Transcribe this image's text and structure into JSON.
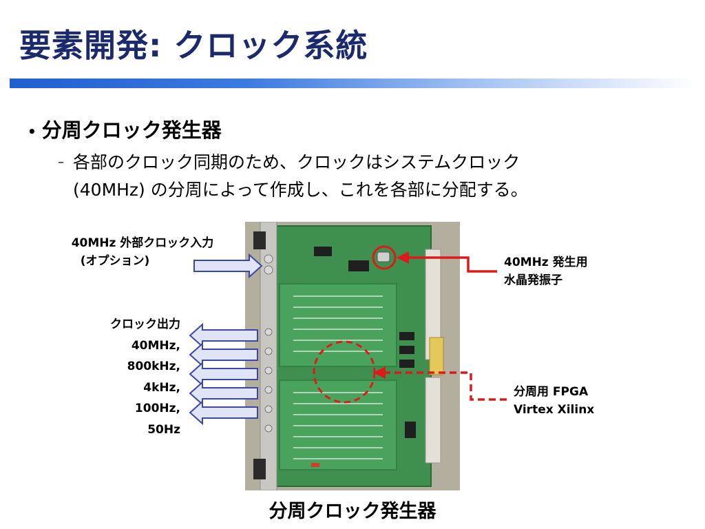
{
  "slide": {
    "title": "要素開発: クロック系統",
    "bullet": "分周クロック発生器",
    "sub_line1": "各部のクロック同期のため、クロックはシステムクロック",
    "sub_line2": "(40MHz) の分周によって作成し、これを各部に分配する。",
    "caption": "分周クロック発生器"
  },
  "labels": {
    "ext_input_line1": "40MHz 外部クロック入力",
    "ext_input_line2": "(オプション)",
    "clock_out": [
      "クロック出力",
      "40MHz,",
      "800kHz,",
      "4kHz,",
      "100Hz,",
      "50Hz"
    ],
    "crystal_line1": "40MHz 発生用",
    "crystal_line2": "水晶発振子",
    "fpga_line1": "分周用 FPGA",
    "fpga_line2": "Virtex Xilinx"
  },
  "colors": {
    "title": "#1a2a6c",
    "arrow_fill": "#dfe4f7",
    "arrow_stroke": "#3a46a8",
    "annotation_red": "#dd1a1a",
    "pcb_green": "#3f8f4f"
  }
}
